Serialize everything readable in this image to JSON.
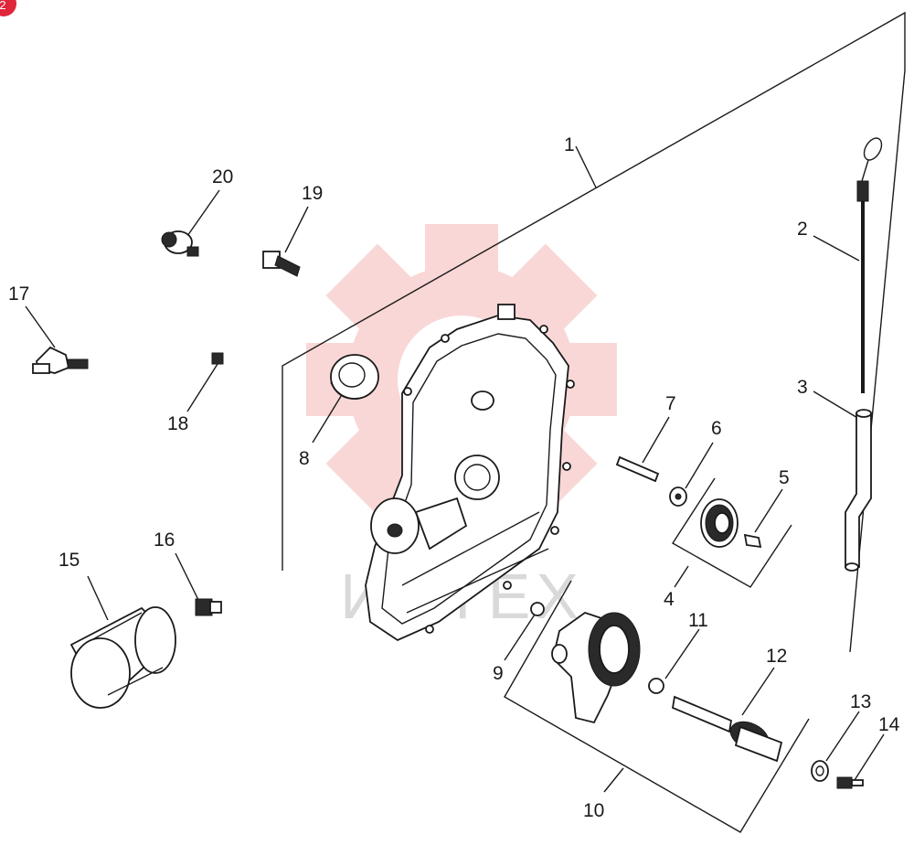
{
  "badge": {
    "text": "2",
    "color": "#e0263a"
  },
  "watermark": {
    "text": "ИНТЕХ",
    "gear_color": "#f5b8b8"
  },
  "callouts": [
    {
      "id": "1",
      "label": "1"
    },
    {
      "id": "2",
      "label": "2"
    },
    {
      "id": "3",
      "label": "3"
    },
    {
      "id": "4",
      "label": "4"
    },
    {
      "id": "5",
      "label": "5"
    },
    {
      "id": "6",
      "label": "6"
    },
    {
      "id": "7",
      "label": "7"
    },
    {
      "id": "8",
      "label": "8"
    },
    {
      "id": "9",
      "label": "9"
    },
    {
      "id": "10",
      "label": "10"
    },
    {
      "id": "11",
      "label": "11"
    },
    {
      "id": "12",
      "label": "12"
    },
    {
      "id": "13",
      "label": "13"
    },
    {
      "id": "14",
      "label": "14"
    },
    {
      "id": "15",
      "label": "15"
    },
    {
      "id": "16",
      "label": "16"
    },
    {
      "id": "17",
      "label": "17"
    },
    {
      "id": "18",
      "label": "18"
    },
    {
      "id": "19",
      "label": "19"
    },
    {
      "id": "20",
      "label": "20"
    }
  ]
}
